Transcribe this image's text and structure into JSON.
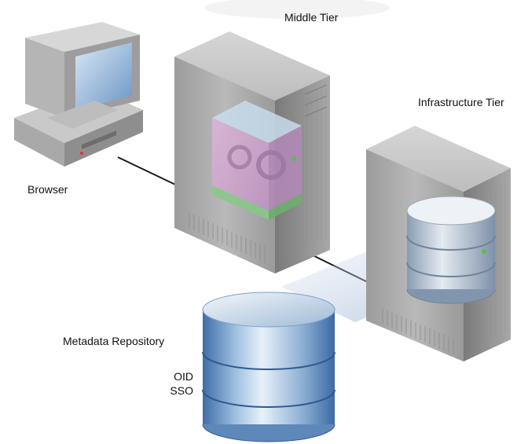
{
  "labels": {
    "middle_tier": "Middle Tier",
    "infrastructure_tier": "Infrastructure Tier",
    "browser": "Browser",
    "metadata_repository": "Metadata Repository",
    "oid": "OID",
    "sso": "SSO"
  },
  "icons": {
    "browser": "desktop-computer-icon",
    "middle_tier": "server-tower-icon",
    "infrastructure_tier": "server-tower-icon",
    "repository": "database-cylinder-icon"
  }
}
